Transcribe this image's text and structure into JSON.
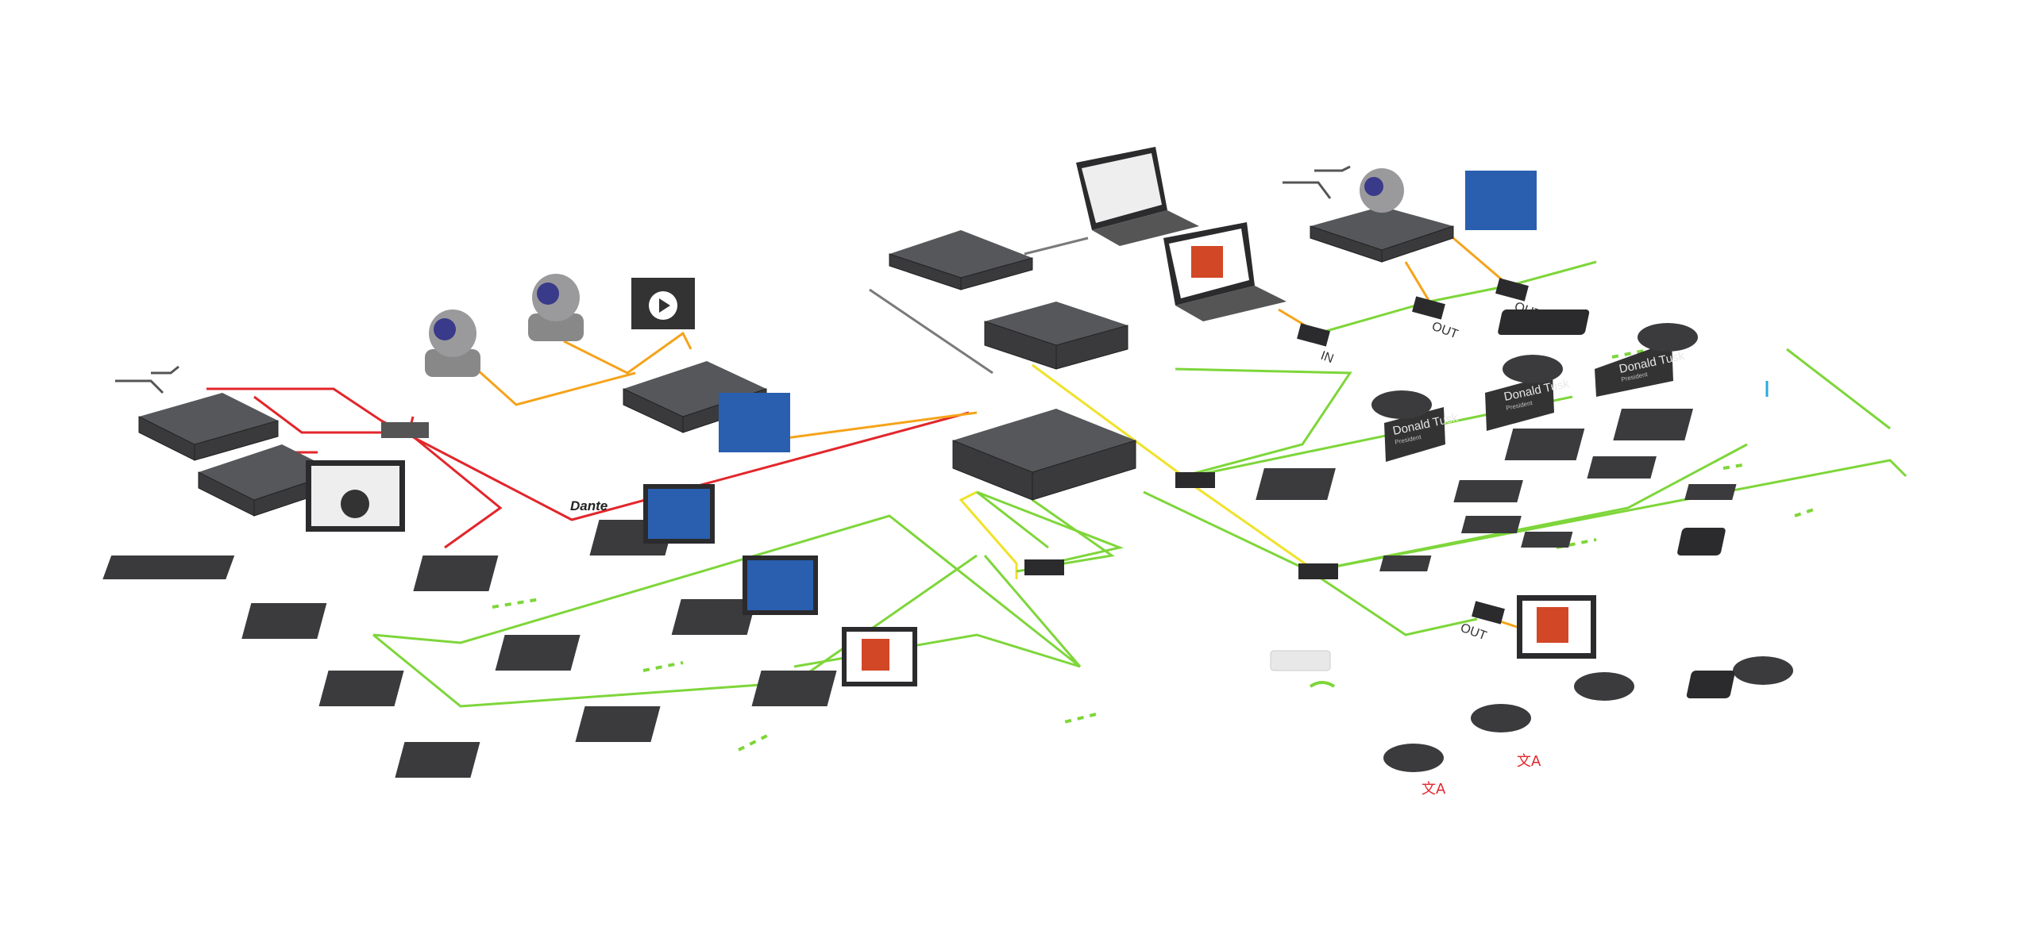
{
  "diagram": {
    "dante_label": "Dante",
    "converter_labels": {
      "in": "IN",
      "out_1": "OUT",
      "out_2": "OUT",
      "out_3": "OUT"
    },
    "name_displays": [
      {
        "name": "Donald Tusk",
        "title": "President"
      },
      {
        "name": "Donald Tusk",
        "title": "President"
      },
      {
        "name": "Donald Tusk",
        "title": "President"
      }
    ],
    "interpretation_symbol": "文A",
    "colors": {
      "dante_link": "#e2262b",
      "video_link": "#f5a31a",
      "conference_link": "#7ed63a",
      "control_link": "#efe22a",
      "network_link": "#7a7a7a",
      "display_link": "#2aa8e0"
    }
  }
}
